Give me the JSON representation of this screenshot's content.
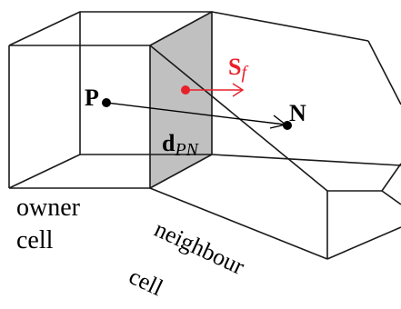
{
  "diagram": {
    "labels": {
      "p": "P",
      "n": "N",
      "s_base": "S",
      "s_sub": "f",
      "d_base": "d",
      "d_sub": "PN",
      "owner_line1": "owner",
      "owner_line2": "cell",
      "neighbour_line1": "neighbour",
      "neighbour_line2": "cell"
    },
    "colors": {
      "edge": "#1a1a1a",
      "shared_face": "#c0c0c0",
      "face_vector": "#e8202a",
      "point": "#000000"
    }
  }
}
